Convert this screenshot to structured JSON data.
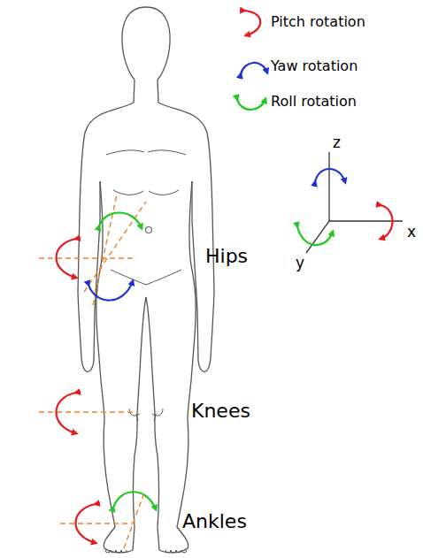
{
  "diagram": {
    "labels": [
      "Hips",
      "Knees",
      "Ankles",
      "z",
      "x",
      "y"
    ],
    "legend": [
      {
        "text": "Pitch rotation"
      },
      {
        "text": "Yaw rotation"
      },
      {
        "text": "Roll rotation"
      }
    ]
  }
}
